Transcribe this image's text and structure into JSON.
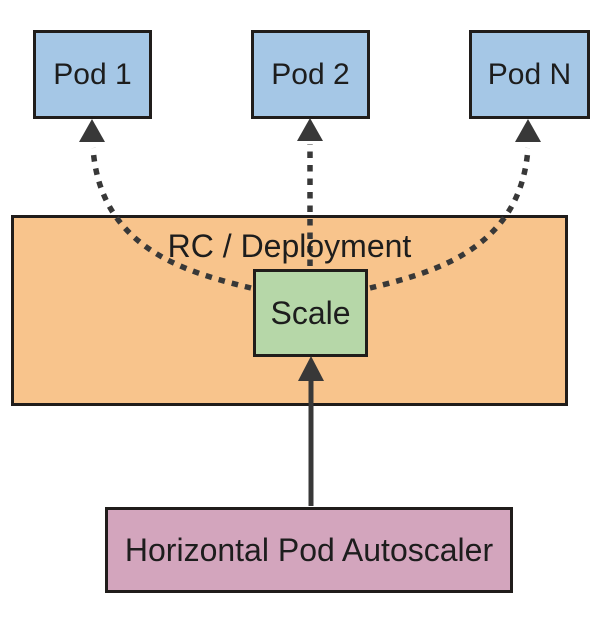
{
  "diagram": {
    "title": "Horizontal Pod Autoscaler scaling diagram",
    "nodes": {
      "pod1": {
        "label": "Pod 1",
        "fill": "#a5c7e6"
      },
      "pod2": {
        "label": "Pod 2",
        "fill": "#a5c7e6"
      },
      "podn": {
        "label": "Pod N",
        "fill": "#a5c7e6"
      },
      "rc": {
        "label": "RC / Deployment",
        "fill": "#f8c48c"
      },
      "scale": {
        "label": "Scale",
        "fill": "#b6d7a8"
      },
      "hpa": {
        "label": "Horizontal Pod Autoscaler",
        "fill": "#d3a5bd"
      }
    },
    "edges": [
      {
        "from": "hpa",
        "to": "scale",
        "style": "solid",
        "arrowhead": "filled-triangle"
      },
      {
        "from": "scale",
        "to": "pod1",
        "style": "dashed",
        "arrowhead": "filled-triangle"
      },
      {
        "from": "scale",
        "to": "pod2",
        "style": "dashed",
        "arrowhead": "filled-triangle"
      },
      {
        "from": "scale",
        "to": "podn",
        "style": "dashed",
        "arrowhead": "filled-triangle"
      }
    ],
    "colors": {
      "background": "#ffffff",
      "border": "#201d1b",
      "arrow": "#383838",
      "text": "#1d1d1d"
    }
  }
}
